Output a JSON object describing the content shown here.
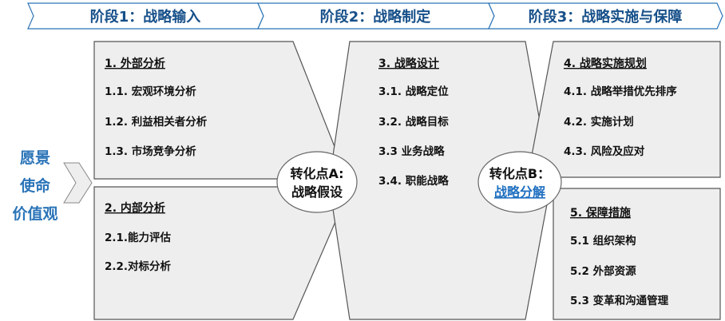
{
  "stages": [
    {
      "label": "阶段1：战略输入"
    },
    {
      "label": "阶段2：战略制定"
    },
    {
      "label": "阶段3：战略实施与保障"
    }
  ],
  "side_labels": [
    "愿景",
    "使命",
    "价值观"
  ],
  "input": {
    "external": {
      "title": "1. 外部分析",
      "items": [
        "1.1. 宏观环境分析",
        "1.2. 利益相关者分析",
        "1.3. 市场竞争分析"
      ]
    },
    "internal": {
      "title": "2. 内部分析",
      "items": [
        "2.1.能力评估",
        "2.2.对标分析"
      ]
    }
  },
  "conversion_a": {
    "line1": "转化点A:",
    "line2": "战略假设"
  },
  "design": {
    "title": "3. 战略设计",
    "items": [
      "3.1. 战略定位",
      "3.2. 战略目标",
      "3.3  业务战略",
      "3.4. 职能战略"
    ]
  },
  "conversion_b": {
    "line1": "转化点B：",
    "line2": "战略分解"
  },
  "implementation": {
    "title": "4. 战略实施规划",
    "items": [
      "4.1. 战略举措优先排序",
      "4.2. 实施计划",
      "4.3. 风险及应对"
    ]
  },
  "assurance": {
    "title": "5. 保障措施",
    "items": [
      "5.1 组织架构",
      "5.2 外部资源",
      "5.3 变革和沟通管理"
    ]
  },
  "colors": {
    "stage_text": "#17508a",
    "side_text": "#2b74b8",
    "box_fill": "#eeeeee",
    "box_stroke": "#555555",
    "link": "#1f6fc0"
  }
}
